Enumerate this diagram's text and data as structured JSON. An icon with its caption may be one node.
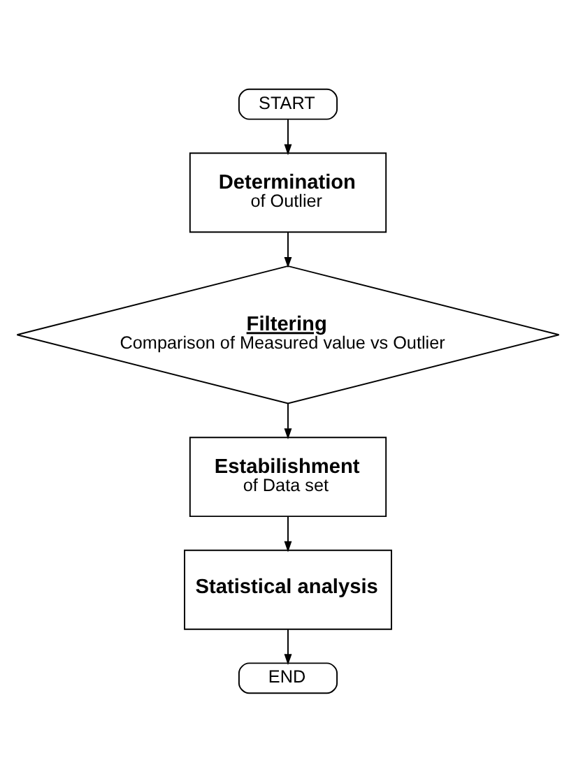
{
  "diagram": {
    "nodes": [
      {
        "text": [
          "START"
        ]
      },
      {
        "text": [
          "Determination",
          "of Outlier"
        ]
      },
      {
        "text": [
          "Filtering",
          "Comparison of Measured value vs Outlier"
        ]
      },
      {
        "text": [
          "Estabilishment",
          "of Data set"
        ]
      },
      {
        "text": [
          "Statistical analysis"
        ]
      },
      {
        "text": [
          "END"
        ]
      }
    ],
    "edges": [
      {
        "from": 0,
        "to": 1,
        "arrow": "to"
      },
      {
        "from": 1,
        "to": 2,
        "arrow": "to"
      },
      {
        "from": 2,
        "to": 3,
        "arrow": "to"
      },
      {
        "from": 3,
        "to": 4,
        "arrow": "to"
      },
      {
        "from": 4,
        "to": 5,
        "arrow": "to"
      }
    ]
  }
}
